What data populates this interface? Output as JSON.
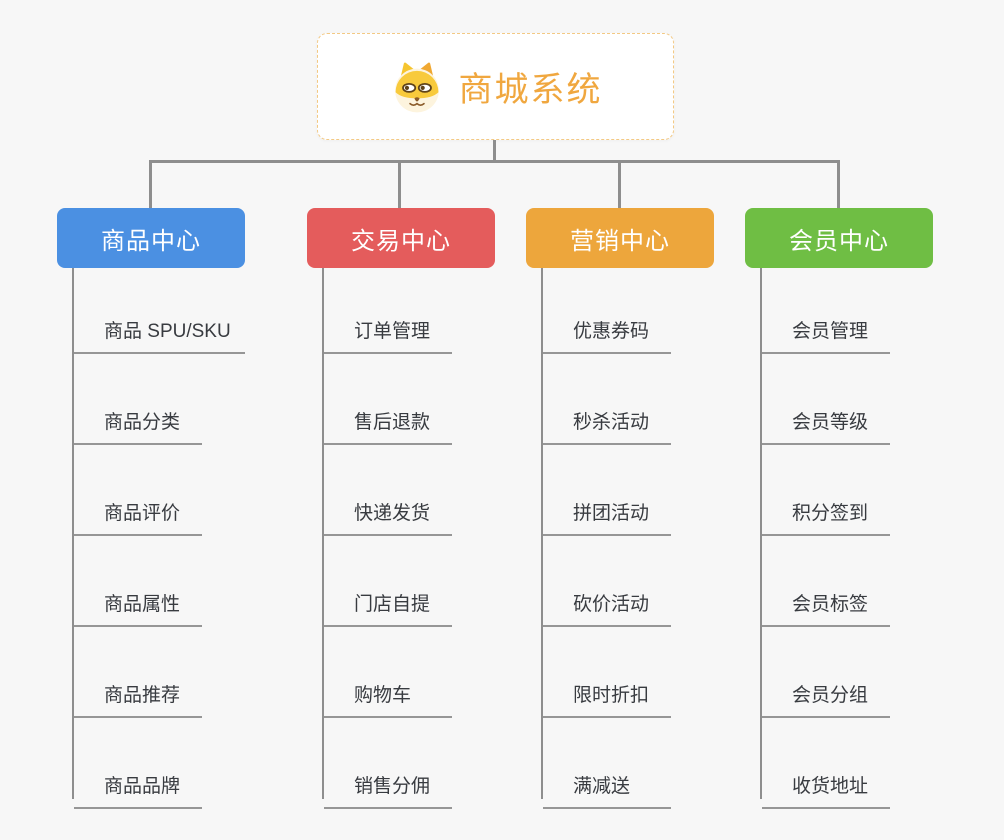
{
  "root": {
    "title": "商城系统",
    "icon": "dog-face-icon"
  },
  "branches": [
    {
      "label": "商品中心",
      "color": "#4b90e2",
      "items": [
        "商品 SPU/SKU",
        "商品分类",
        "商品评价",
        "商品属性",
        "商品推荐",
        "商品品牌"
      ]
    },
    {
      "label": "交易中心",
      "color": "#e45c5c",
      "items": [
        "订单管理",
        "售后退款",
        "快递发货",
        "门店自提",
        "购物车",
        "销售分佣"
      ]
    },
    {
      "label": "营销中心",
      "color": "#eda63c",
      "items": [
        "优惠券码",
        "秒杀活动",
        "拼团活动",
        "砍价活动",
        "限时折扣",
        "满减送"
      ]
    },
    {
      "label": "会员中心",
      "color": "#6fbe44",
      "items": [
        "会员管理",
        "会员等级",
        "积分签到",
        "会员标签",
        "会员分组",
        "收货地址"
      ]
    }
  ],
  "colors": {
    "background": "#f7f7f7",
    "root_border": "#f3c984",
    "root_title": "#f0a73f",
    "connector": "#8e8e8e",
    "leaf_text": "#383b40",
    "leaf_underline": "#969696"
  }
}
